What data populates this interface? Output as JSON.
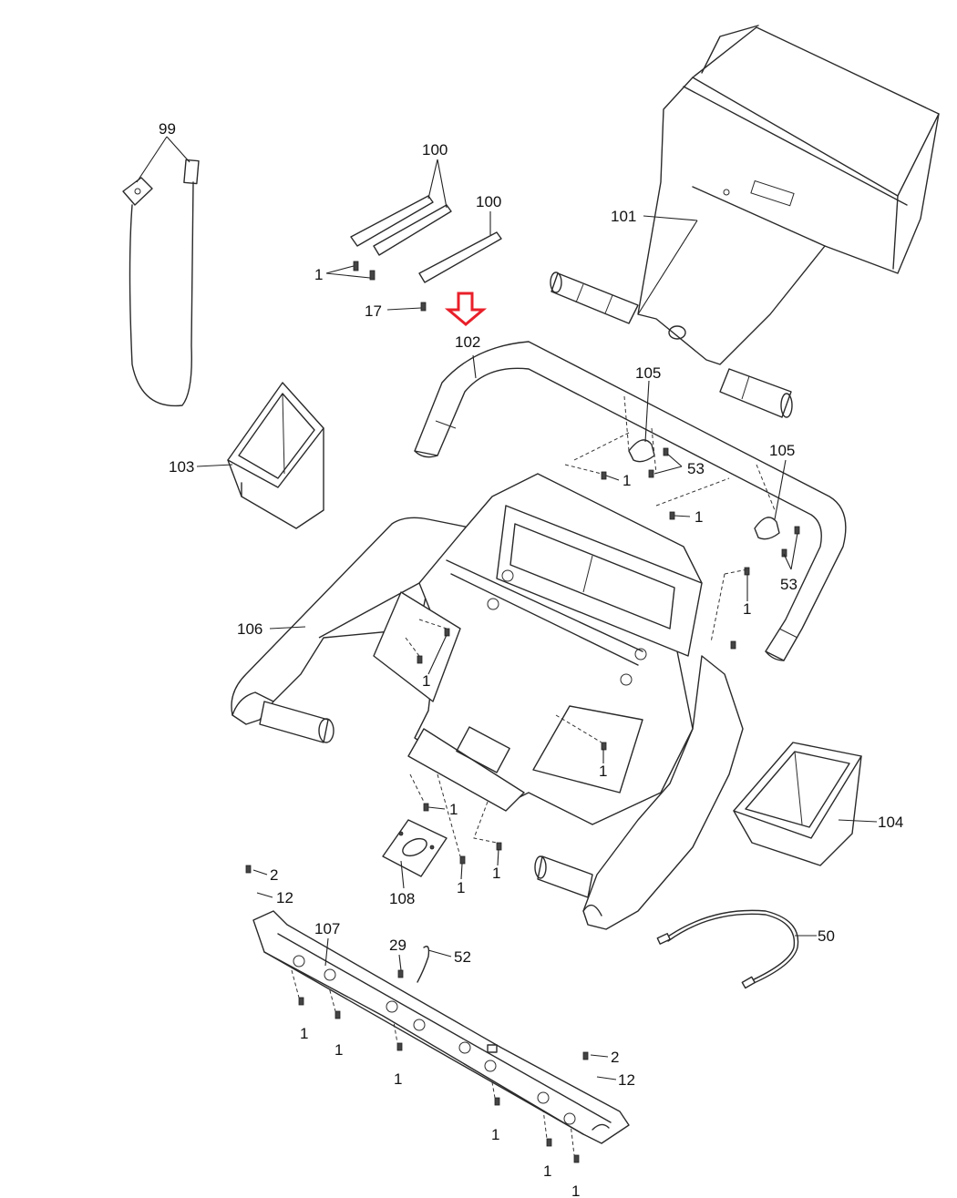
{
  "labels": {
    "l99": "99",
    "l100a": "100",
    "l100b": "100",
    "l101": "101",
    "l102": "102",
    "l103": "103",
    "l104": "104",
    "l105a": "105",
    "l105b": "105",
    "l106": "106",
    "l107": "107",
    "l108": "108",
    "l17": "17",
    "l29": "29",
    "l50": "50",
    "l52": "52",
    "l53a": "53",
    "l53b": "53",
    "l2a": "2",
    "l2b": "2",
    "l12a": "12",
    "l12b": "12",
    "l1": "1"
  },
  "colors": {
    "line": "#2a2a2a",
    "highlight_arrow": "#e8202a",
    "background": "#ffffff"
  },
  "icons": {
    "highlight": "down-arrow-icon"
  }
}
